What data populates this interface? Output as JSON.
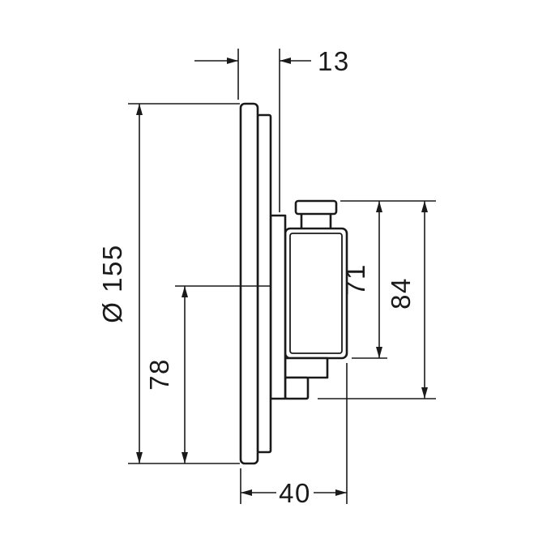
{
  "drawing": {
    "background": "#ffffff",
    "line_color": "#1a1a1a",
    "dimensions": {
      "depth_top": "13",
      "diameter": "Ø 155",
      "center_to_bottom": "78",
      "handle_height": "71",
      "total_height": "84",
      "protrusion": "40"
    }
  }
}
